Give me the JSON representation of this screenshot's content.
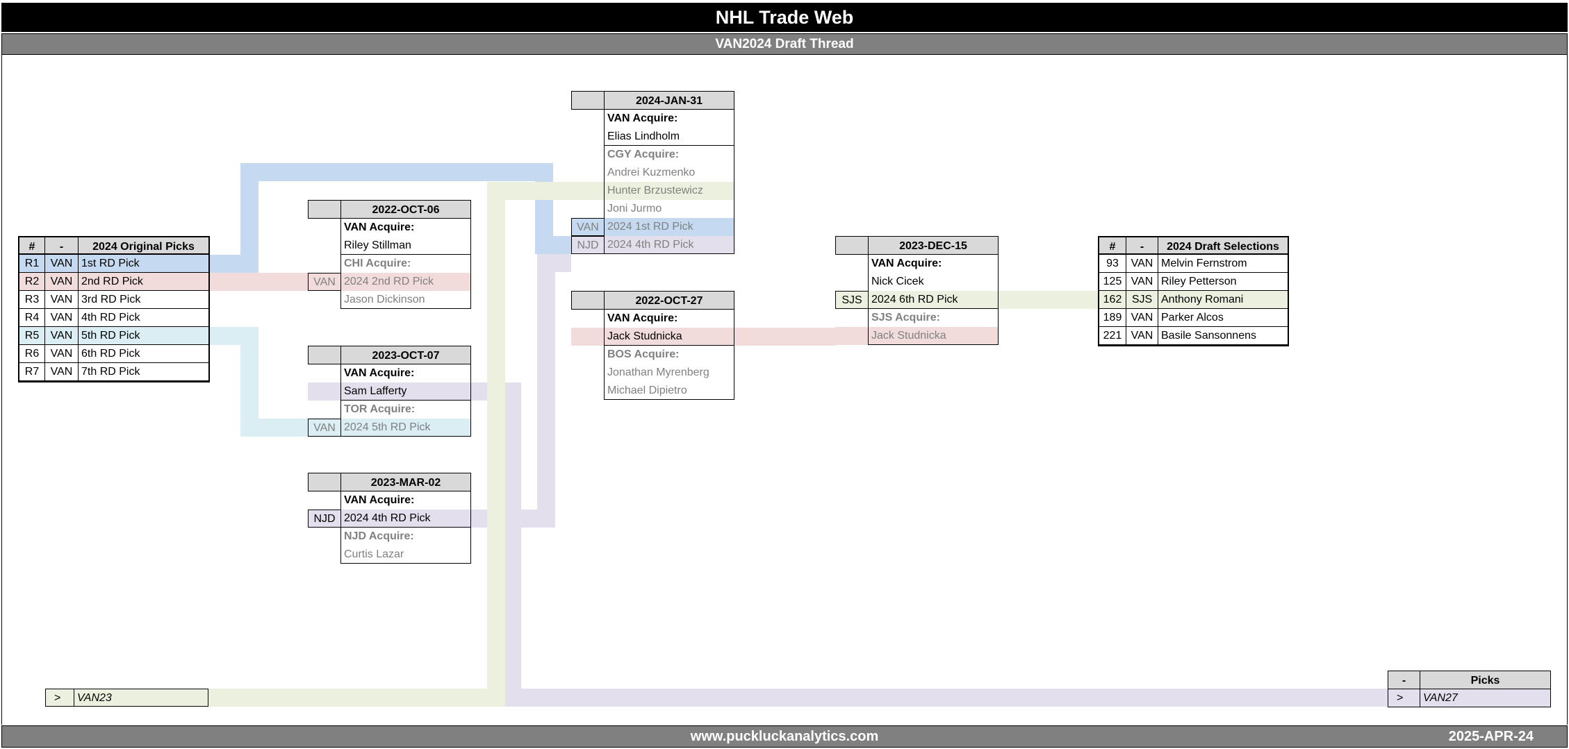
{
  "header": {
    "title": "NHL Trade Web",
    "subtitle": "VAN2024 Draft Thread"
  },
  "footer": {
    "website": "www.puckluckanalytics.com",
    "date": "2025-APR-24"
  },
  "colors": {
    "blue": "#c5d9f1",
    "pink": "#f2dcdb",
    "lblue": "#daeef3",
    "green": "#ebf1de",
    "purple": "#e4dfec"
  },
  "original_picks": {
    "headers": [
      "#",
      "-",
      "2024 Original Picks"
    ],
    "rows": [
      {
        "num": "R1",
        "team": "VAN",
        "label": "1st RD Pick",
        "hl": "blue"
      },
      {
        "num": "R2",
        "team": "VAN",
        "label": "2nd RD Pick",
        "hl": "pink"
      },
      {
        "num": "R3",
        "team": "VAN",
        "label": "3rd RD Pick",
        "hl": ""
      },
      {
        "num": "R4",
        "team": "VAN",
        "label": "4th RD Pick",
        "hl": ""
      },
      {
        "num": "R5",
        "team": "VAN",
        "label": "5th RD Pick",
        "hl": "lblue"
      },
      {
        "num": "R6",
        "team": "VAN",
        "label": "6th RD Pick",
        "hl": ""
      },
      {
        "num": "R7",
        "team": "VAN",
        "label": "7th RD Pick",
        "hl": ""
      }
    ]
  },
  "trades": [
    {
      "date": "2022-OCT-06",
      "sections": [
        {
          "header": "VAN Acquire:",
          "dim": false,
          "rows": [
            {
              "tag": "",
              "text": "Riley Stillman",
              "hl": ""
            }
          ]
        },
        {
          "header": "CHI Acquire:",
          "dim": true,
          "rows": [
            {
              "tag": "VAN",
              "text": "2024 2nd RD Pick",
              "hl": "pink"
            },
            {
              "tag": "",
              "text": "Jason Dickinson",
              "hl": ""
            }
          ]
        }
      ]
    },
    {
      "date": "2023-OCT-07",
      "sections": [
        {
          "header": "VAN Acquire:",
          "dim": false,
          "rows": [
            {
              "tag": "",
              "text": "Sam Lafferty",
              "hl": "purple"
            }
          ]
        },
        {
          "header": "TOR Acquire:",
          "dim": true,
          "rows": [
            {
              "tag": "VAN",
              "text": "2024 5th RD Pick",
              "hl": "lblue"
            }
          ]
        }
      ]
    },
    {
      "date": "2023-MAR-02",
      "sections": [
        {
          "header": "VAN Acquire:",
          "dim": false,
          "rows": [
            {
              "tag": "NJD",
              "text": "2024 4th RD Pick",
              "hl": "purple"
            }
          ]
        },
        {
          "header": "NJD Acquire:",
          "dim": true,
          "rows": [
            {
              "tag": "",
              "text": "Curtis Lazar",
              "hl": ""
            }
          ]
        }
      ]
    },
    {
      "date": "2024-JAN-31",
      "sections": [
        {
          "header": "VAN Acquire:",
          "dim": false,
          "rows": [
            {
              "tag": "",
              "text": "Elias Lindholm",
              "hl": ""
            }
          ]
        },
        {
          "header": "CGY Acquire:",
          "dim": true,
          "rows": [
            {
              "tag": "",
              "text": "Andrei Kuzmenko",
              "hl": ""
            },
            {
              "tag": "",
              "text": "Hunter Brzustewicz",
              "hl": "green"
            },
            {
              "tag": "",
              "text": "Joni Jurmo",
              "hl": ""
            },
            {
              "tag": "VAN",
              "text": "2024 1st RD Pick",
              "hl": "blue"
            },
            {
              "tag": "NJD",
              "text": "2024 4th RD Pick",
              "hl": "purple"
            }
          ]
        }
      ]
    },
    {
      "date": "2022-OCT-27",
      "sections": [
        {
          "header": "VAN Acquire:",
          "dim": false,
          "rows": [
            {
              "tag": "",
              "text": "Jack Studnicka",
              "hl": "pink"
            }
          ]
        },
        {
          "header": "BOS Acquire:",
          "dim": true,
          "rows": [
            {
              "tag": "",
              "text": "Jonathan Myrenberg",
              "hl": ""
            },
            {
              "tag": "",
              "text": "Michael Dipietro",
              "hl": ""
            }
          ]
        }
      ]
    },
    {
      "date": "2023-DEC-15",
      "sections": [
        {
          "header": "VAN Acquire:",
          "dim": false,
          "rows": [
            {
              "tag": "",
              "text": "Nick Cicek",
              "hl": ""
            },
            {
              "tag": "SJS",
              "text": "2024 6th RD Pick",
              "hl": "green"
            }
          ]
        },
        {
          "header": "SJS Acquire:",
          "dim": true,
          "rows": [
            {
              "tag": "",
              "text": "Jack Studnicka",
              "hl": "pink"
            }
          ]
        }
      ]
    }
  ],
  "draft_selections": {
    "headers": [
      "#",
      "-",
      "2024 Draft Selections"
    ],
    "rows": [
      {
        "num": "93",
        "team": "VAN",
        "label": "Melvin Fernstrom",
        "hl": ""
      },
      {
        "num": "125",
        "team": "VAN",
        "label": "Riley Petterson",
        "hl": ""
      },
      {
        "num": "162",
        "team": "SJS",
        "label": "Anthony Romani",
        "hl": "green"
      },
      {
        "num": "189",
        "team": "VAN",
        "label": "Parker Alcos",
        "hl": ""
      },
      {
        "num": "221",
        "team": "VAN",
        "label": "Basile Sansonnens",
        "hl": ""
      }
    ]
  },
  "prev_link": {
    "arrow": ">",
    "label": "VAN23"
  },
  "future_picks": {
    "headers": [
      "-",
      "Picks"
    ],
    "arrow": ">",
    "label": "VAN27"
  }
}
